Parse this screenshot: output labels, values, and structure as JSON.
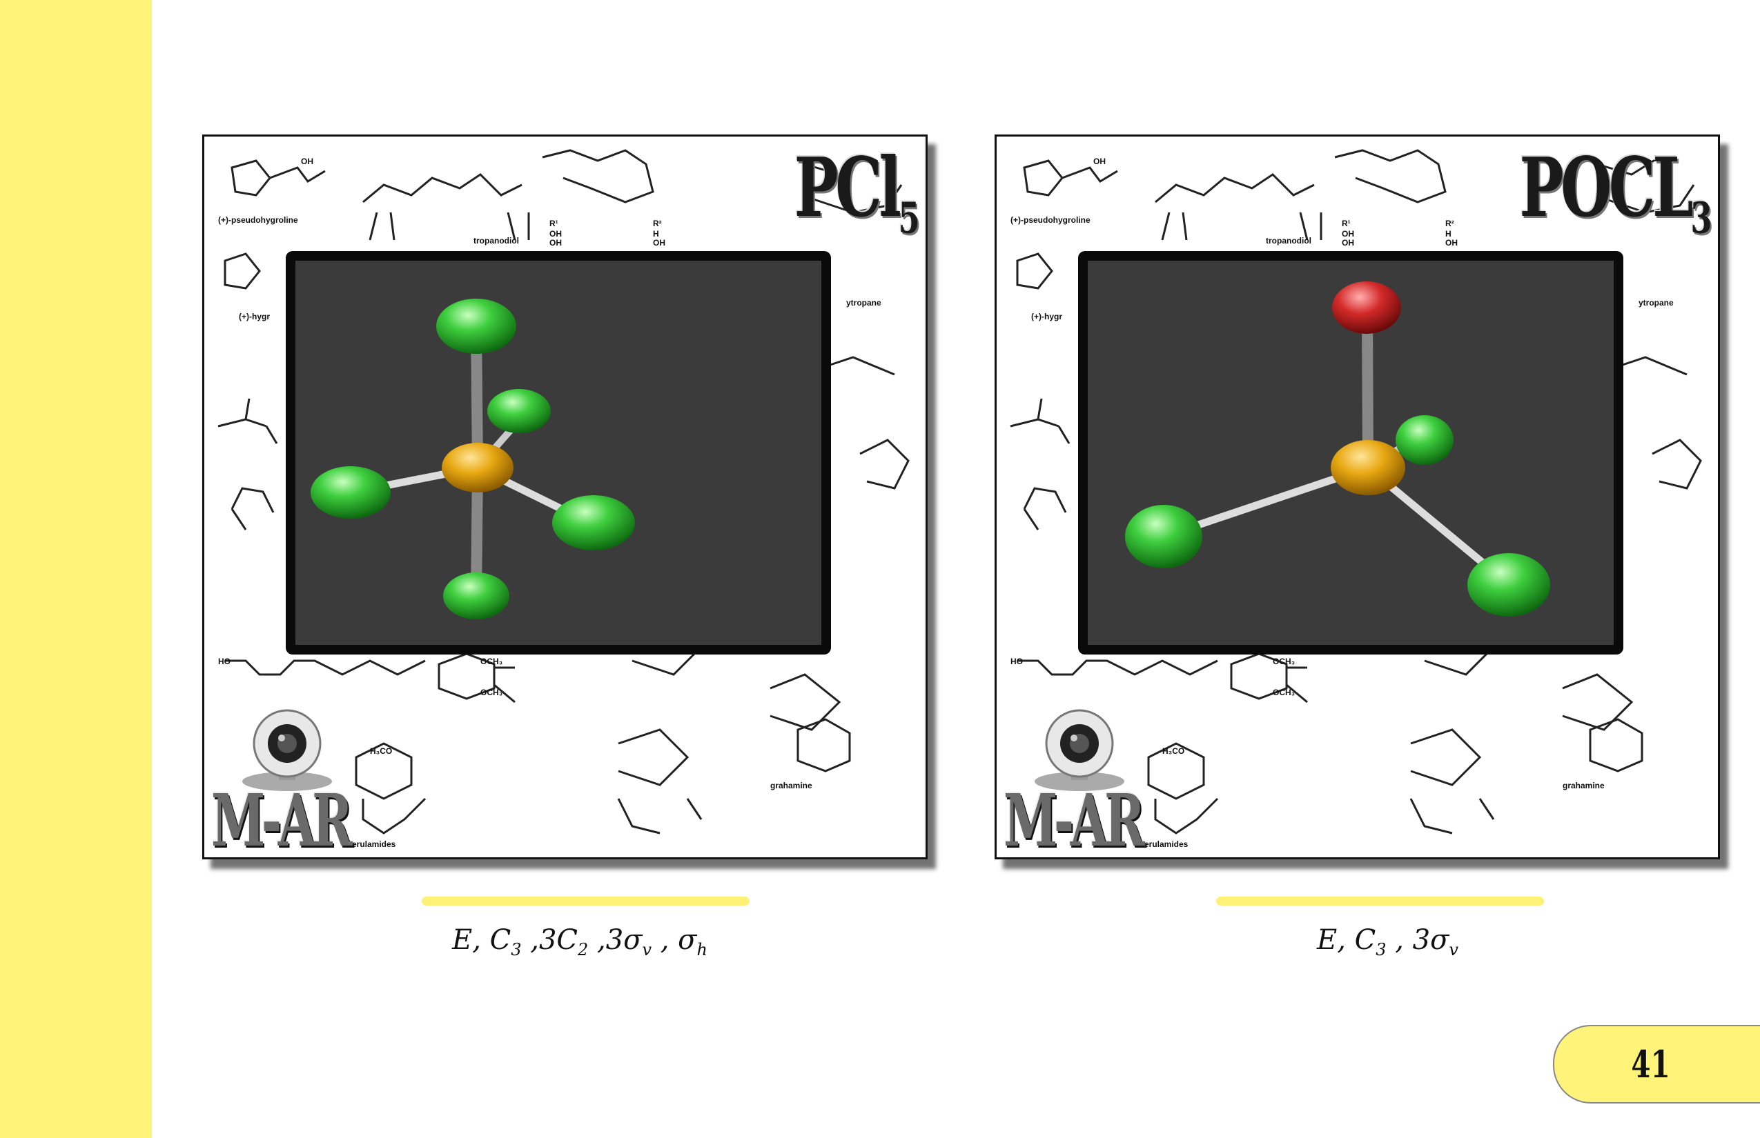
{
  "colors": {
    "sidebar": "#fff37a",
    "accent_bar": "#fff176",
    "page_tab": "#fff37a",
    "viewport_bg": "#3b3b3b",
    "chlorine": "#3fcf3f",
    "phosphorus": "#e8a812",
    "oxygen": "#d42a2a"
  },
  "panels": [
    {
      "formula": "PCl",
      "formula_sub": "5",
      "watermark": "M-AR",
      "caption": "E, C",
      "caption_sub1": "3",
      "caption_mid": " ,3C",
      "caption_sub2": "2",
      "caption_mid2": " ,3σ",
      "caption_sub3": "v",
      "caption_mid3": " , σ",
      "caption_sub4": "h",
      "chem_labels": [
        "(+)-pseudohygroline",
        "tropanodiol",
        "(+)-hygr",
        "ytropane",
        "ferulamides",
        "grahamine",
        "OCH₃",
        "OCH₃",
        "H₃CO",
        "HO",
        "OH",
        "R¹",
        "R²",
        "OH",
        "OH",
        "H",
        "OH"
      ]
    },
    {
      "formula": "POCL",
      "formula_sub": "3",
      "watermark": "M-AR",
      "caption": "E, C",
      "caption_sub1": "3",
      "caption_mid": " , 3σ",
      "caption_sub2": "v",
      "chem_labels": [
        "(+)-pseudohygroline",
        "tropanodiol",
        "(+)-hygr",
        "ytropane",
        "ferulamides",
        "grahamine",
        "OCH₃",
        "OCH₃",
        "H₃CO",
        "HO",
        "OH",
        "R¹",
        "R²",
        "OH",
        "OH",
        "H",
        "OH"
      ]
    }
  ],
  "page": {
    "number": "41"
  }
}
